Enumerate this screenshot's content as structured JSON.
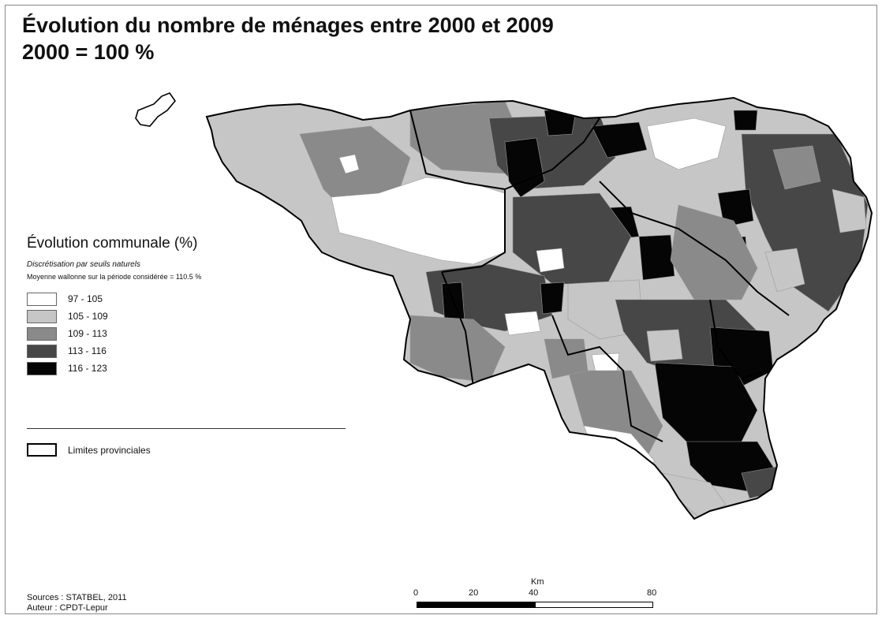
{
  "title": "Évolution du nombre de ménages entre 2000 et 2009",
  "subtitle": "2000 = 100 %",
  "legend": {
    "title": "Évolution communale (%)",
    "method": "Discrétisation par seuils naturels",
    "mean": "Moyenne wallonne sur la période considérée = 110.5 %",
    "classes": [
      {
        "label": "97 - 105",
        "color": "#ffffff"
      },
      {
        "label": "105 - 109",
        "color": "#c6c6c6"
      },
      {
        "label": "109 - 113",
        "color": "#8a8a8a"
      },
      {
        "label": "113 - 116",
        "color": "#474747"
      },
      {
        "label": "116 - 123",
        "color": "#050505"
      }
    ],
    "province_label": "Limites provinciales"
  },
  "sources": {
    "line1": "Sources : STATBEL, 2011",
    "line2": "Auteur : CPDT-Lepur"
  },
  "scale": {
    "unit": "Km",
    "ticks": [
      "0",
      "20",
      "40",
      "80"
    ]
  }
}
